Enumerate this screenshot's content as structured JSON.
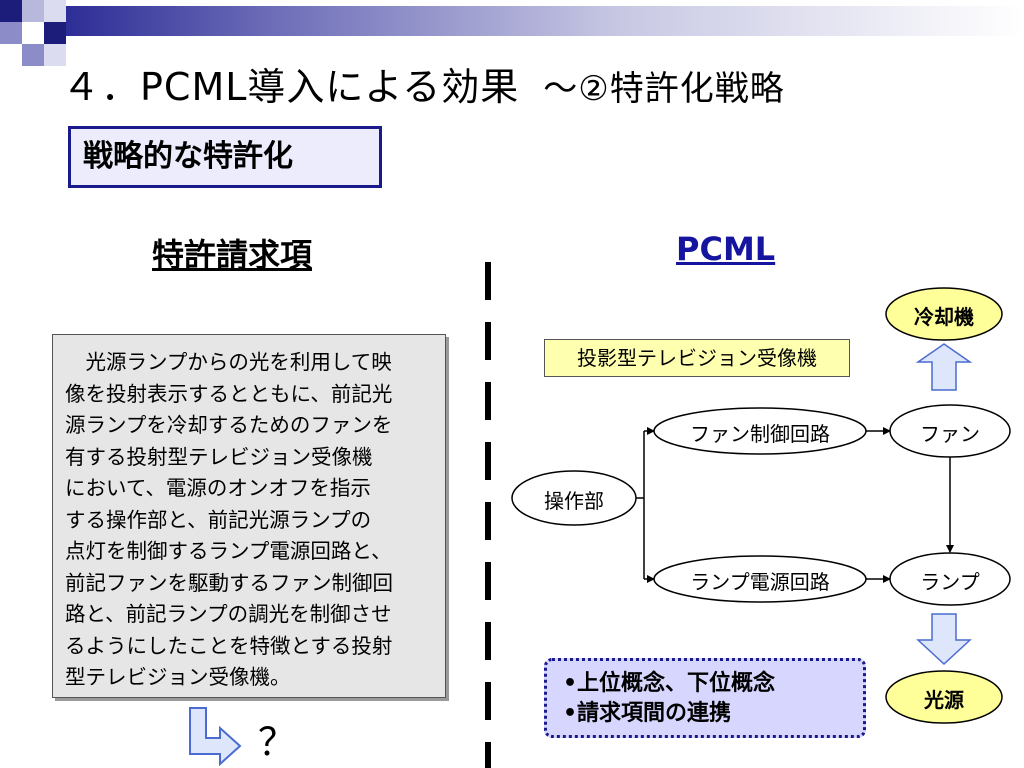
{
  "title": {
    "main": "４．PCML導入による効果",
    "sub": "～②特許化戦略"
  },
  "strategy_label": "戦略的な特許化",
  "left_heading": "特許請求項",
  "right_heading": "PCML",
  "claim_lines": [
    "　光源ランプからの光を利用して映",
    "像を投射表示するとともに、前記光",
    "源ランプを冷却するためのファンを",
    "有する投射型テレビジョン受像機",
    "において、電源のオンオフを指示",
    "する操作部と、前記光源ランプの",
    "点灯を制御するランプ電源回路と、",
    "前記ファンを駆動するファン制御回",
    "路と、前記ランプの調光を制御させ",
    "るようにしたことを特徴とする投射",
    "型テレビジョン受像機。"
  ],
  "question_mark": "？",
  "diagram": {
    "system": "投影型テレビジョン受像機",
    "nodes": {
      "operation": "操作部",
      "fan_control": "ファン制御回路",
      "lamp_power": "ランプ電源回路",
      "fan": "ファン",
      "lamp": "ランプ",
      "cooling": "冷却機",
      "light_source": "光源"
    }
  },
  "notes": [
    "•上位概念、下位概念",
    "•請求項間の連携"
  ],
  "colors": {
    "navy": "#1a1a8c",
    "yellow": "#ffff99",
    "lavender": "#d6d6ff",
    "arrow_fill": "#dde6fa"
  }
}
